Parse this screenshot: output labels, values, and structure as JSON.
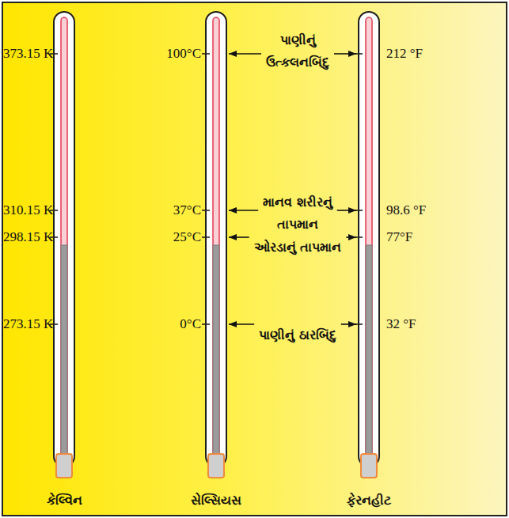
{
  "diagram": {
    "labels": [
      "373.15 K",
      "100°C",
      "પાણીનું ઉત્કલનબિંદુ",
      "212 °F",
      "310.15 K",
      "37°C",
      "માનવ શરીરનું તાપમાન",
      "98.6 °F",
      "298.15 K",
      "25°C",
      "ઓરડાનું તાપમાન",
      "77°F",
      "273.15 K",
      "0°C",
      "પાણીનું ઠારબિંદુ",
      "32 °F",
      "કેલ્વિન",
      "સેલ્સિયસ",
      "ફેરનહીટ"
    ]
  }
}
